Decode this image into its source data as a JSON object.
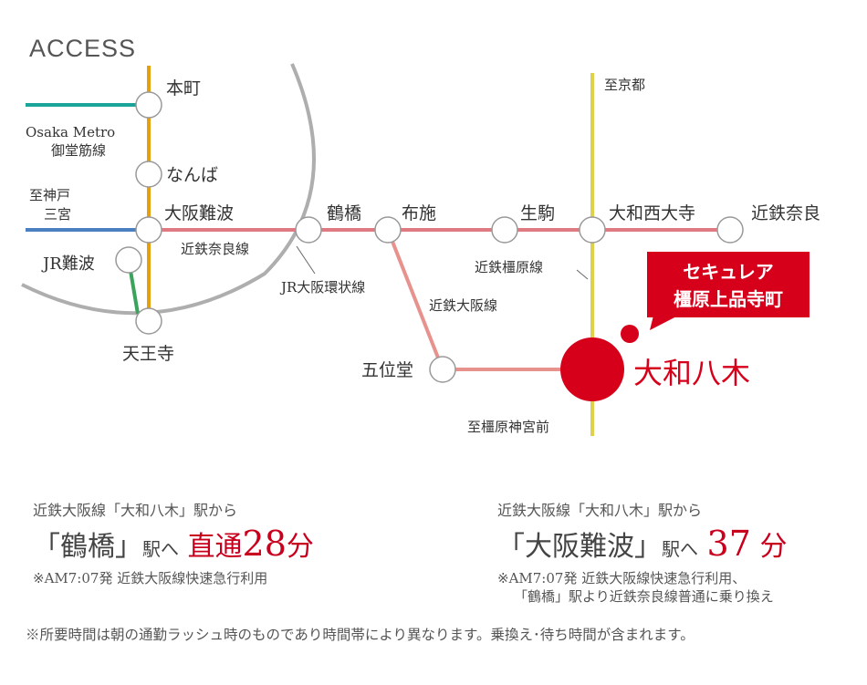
{
  "title": "ACCESS",
  "colors": {
    "midosuji": "#e5a00f",
    "metro_green": "#1aa59a",
    "kobe": "#4b80c0",
    "loop": "#aeaeae",
    "kintetsu": "#e07a82",
    "kashihara": "#ddd24a",
    "jr_nanba": "#3aa35c",
    "accent": "#d7001b"
  },
  "stations": {
    "honmachi": "本町",
    "namba": "なんば",
    "osaka_namba": "大阪難波",
    "jr_namba": "JR難波",
    "tennoji": "天王寺",
    "tsuruhashi": "鶴橋",
    "fuse": "布施",
    "ikoma": "生駒",
    "yamato_saidaiji": "大和西大寺",
    "kintetsu_nara": "近鉄奈良",
    "goido": "五位堂",
    "yamato_yagi": "大和八木"
  },
  "lines": {
    "osaka_metro_1": "Osaka Metro",
    "osaka_metro_2": "御堂筋線",
    "kintetsu_nara": "近鉄奈良線",
    "jr_loop": "JR大阪環状線",
    "kintetsu_osaka": "近鉄大阪線",
    "kintetsu_kashihara": "近鉄橿原線"
  },
  "directions": {
    "kobe_1": "至神戸",
    "kobe_2": "三宮",
    "kyoto": "至京都",
    "kashihara_jingu": "至橿原神宮前"
  },
  "property": {
    "line1": "セキュレア",
    "line2": "橿原上品寺町"
  },
  "panel_left": {
    "lead": "近鉄大阪線「大和八木」駅から",
    "dest": "「鶴橋」",
    "dest_suffix": "駅へ",
    "direct": "直通",
    "minutes": "28",
    "unit": "分",
    "note": "※AM7:07発 近鉄大阪線快速急行利用"
  },
  "panel_right": {
    "lead": "近鉄大阪線「大和八木」駅から",
    "dest": "「大阪難波」",
    "dest_suffix": "駅へ",
    "minutes": "37",
    "unit": "分",
    "note1": "※AM7:07発 近鉄大阪線快速急行利用、",
    "note2": "「鶴橋」駅より近鉄奈良線普通に乗り換え"
  },
  "footer": "※所要時間は朝の通勤ラッシュ時のものであり時間帯により異なります。乗換え･待ち時間が含まれます。"
}
